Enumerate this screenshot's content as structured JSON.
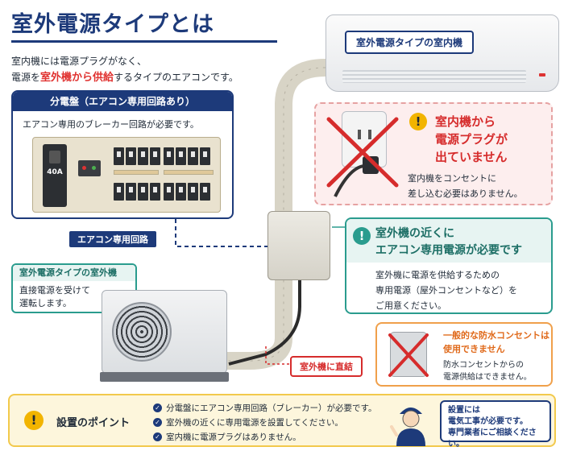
{
  "title": "室外電源タイプとは",
  "intro": {
    "line1": "室内機には電源プラグがなく、",
    "line2_pre": "電源を",
    "line2_highlight": "室外機から供給",
    "line2_post": "するタイプのエアコンです。"
  },
  "panel": {
    "heading": "分電盤（エアコン専用回路あり）",
    "note": "エアコン専用のブレーカー回路が必要です。",
    "main_breaker_label": "40A",
    "dedicated_circuit_tag": "エアコン専用回路"
  },
  "indoor_unit": {
    "label": "室外電源タイプの室内機"
  },
  "warning": {
    "icon": "!",
    "title_lines": [
      "室内機から",
      "電源プラグが",
      "出ていません"
    ],
    "text_lines": [
      "室内機をコンセントに",
      "差し込む必要はありません。"
    ]
  },
  "dedicated_power": {
    "icon": "!",
    "title_lines": [
      "室外機の近くに",
      "エアコン専用電源が必要です"
    ],
    "text_lines": [
      "室外機に電源を供給するための",
      "専用電源（屋外コンセントなど）を",
      "ご用意ください。"
    ]
  },
  "outdoor_unit": {
    "heading": "室外電源タイプの室外機",
    "text_lines": [
      "直接電源を受けて",
      "運転します。"
    ]
  },
  "direct_tag": "室外機に直結",
  "waterproof": {
    "title_lines": [
      "一般的な防水コンセントは",
      "使用できません"
    ],
    "text_lines": [
      "防水コンセントからの",
      "電源供給はできません。"
    ]
  },
  "bottom": {
    "icon": "!",
    "heading": "設置のポイント",
    "points": [
      "分電盤にエアコン専用回路（ブレーカー）が必要です。",
      "室外機の近くに専用電源を設置してください。",
      "室内機に電源プラグはありません。"
    ],
    "contact_lines": [
      "設置には",
      "電気工事が必要です。",
      "専門業者にご相談ください。"
    ]
  },
  "colors": {
    "navy": "#1d3a7a",
    "red": "#d62c2c",
    "teal": "#2a9c8e",
    "orange": "#e06a1b",
    "yellow": "#f2b400"
  }
}
